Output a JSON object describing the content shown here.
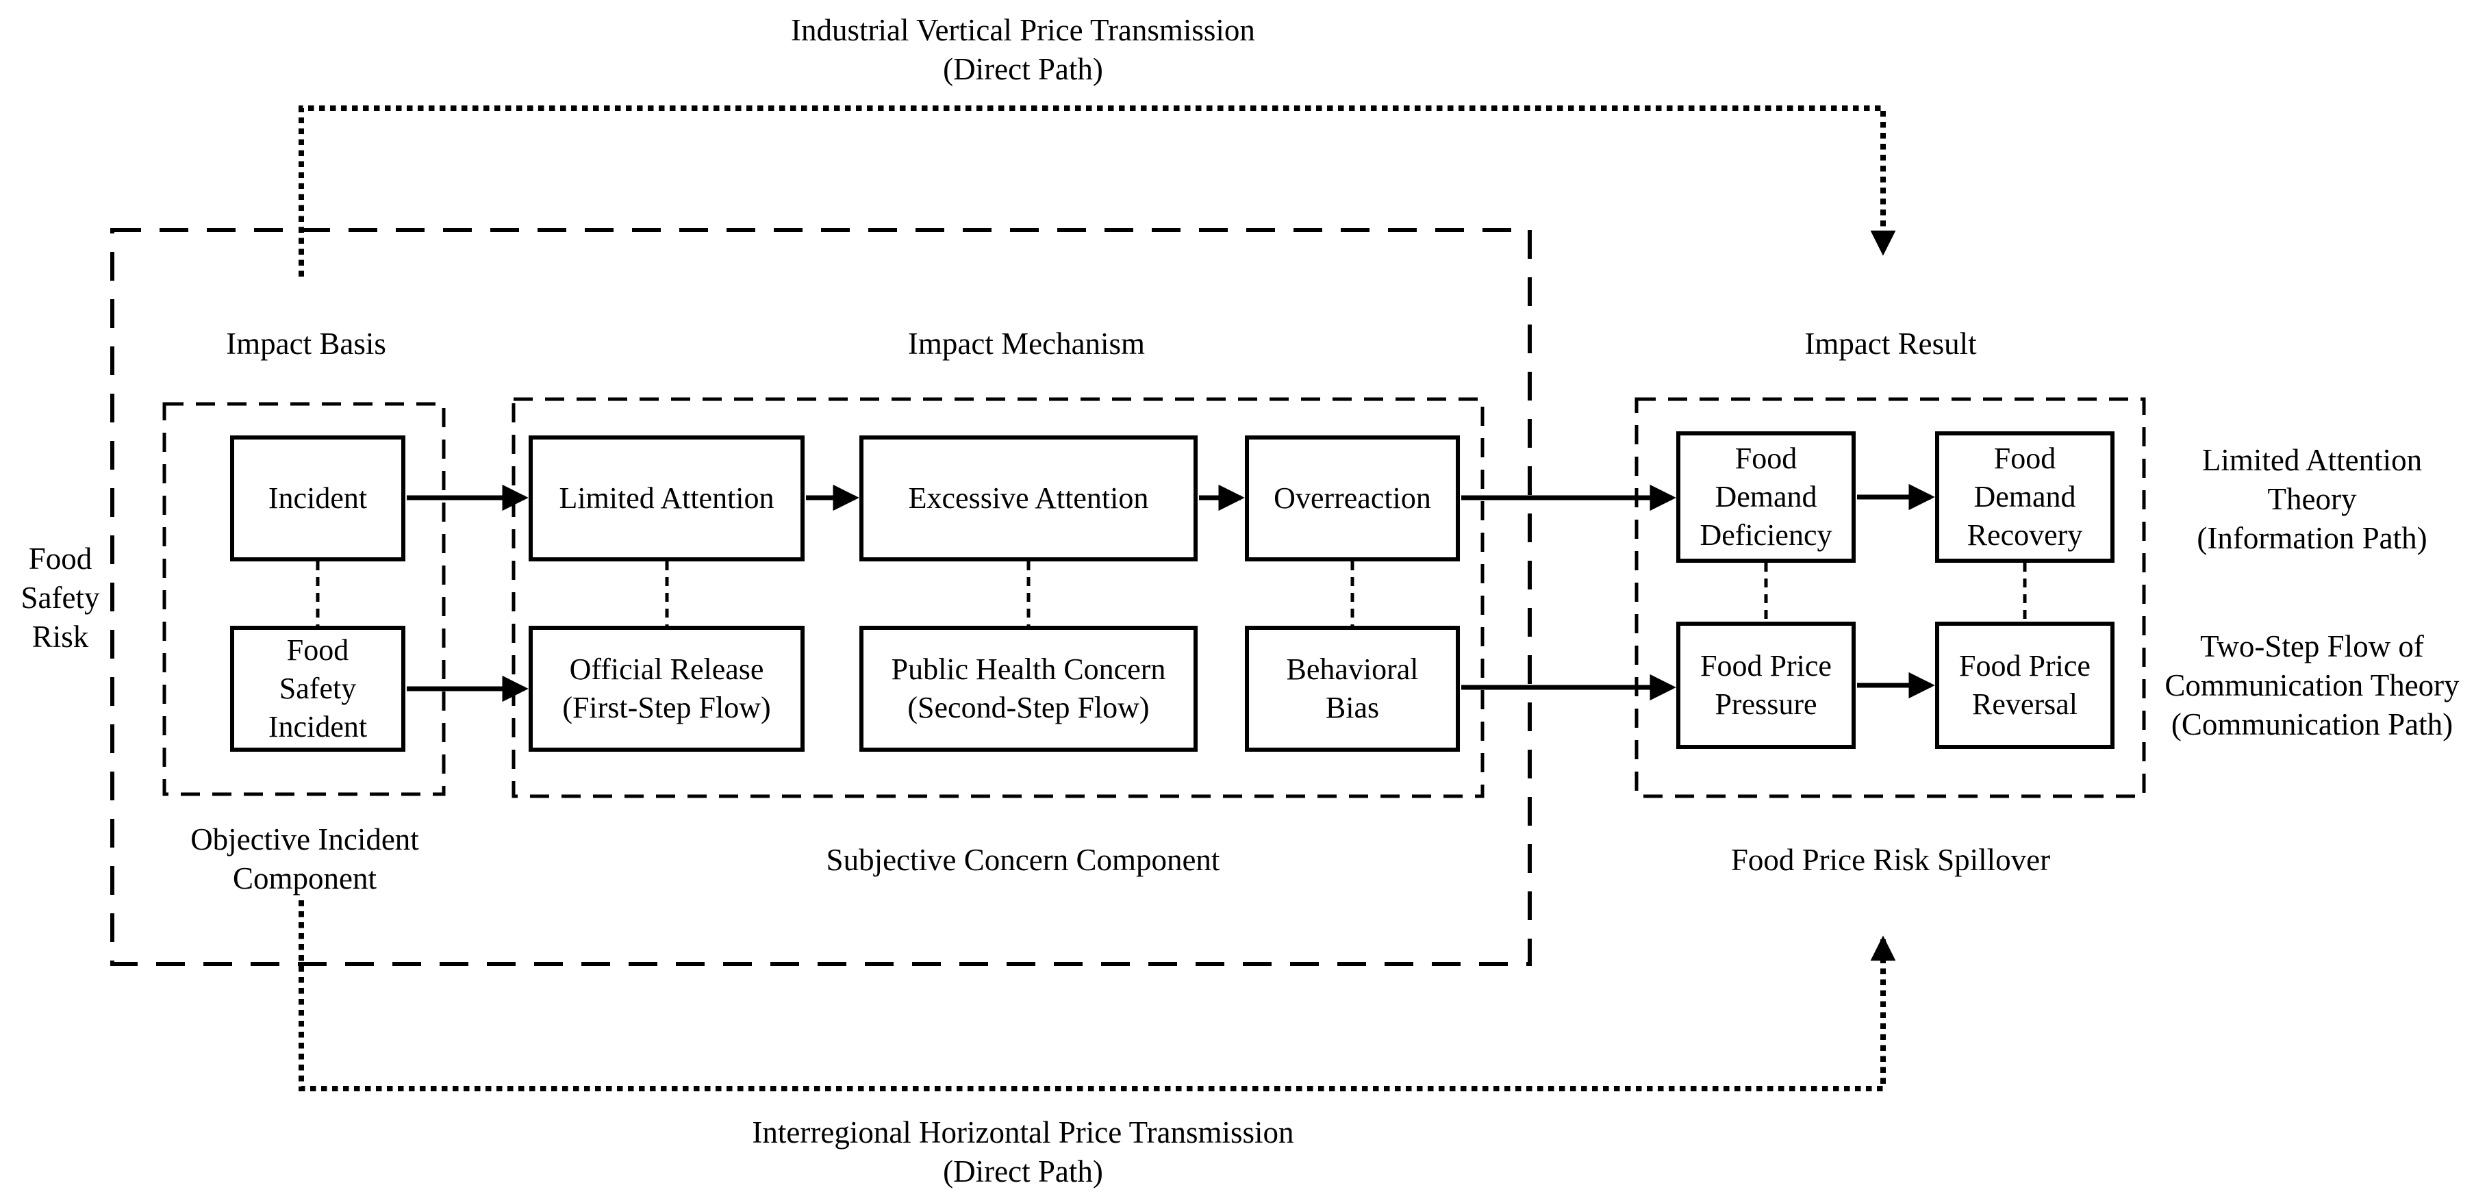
{
  "colors": {
    "ink": "#000000",
    "paper": "#ffffff"
  },
  "paths": {
    "industrial": {
      "lines": [
        "Industrial Vertical Price Transmission",
        "(Direct Path)"
      ]
    },
    "interregional": {
      "lines": [
        "Interregional Horizontal Price Transmission",
        "(Direct Path)"
      ]
    }
  },
  "left_axis": {
    "lines": [
      "Food",
      "Safety",
      "Risk"
    ]
  },
  "headings": {
    "basis": "Impact Basis",
    "mechanism": "Impact Mechanism",
    "result": "Impact Result"
  },
  "captions": {
    "objective": {
      "lines": [
        "Objective Incident",
        "Component"
      ]
    },
    "subjective": {
      "lines": [
        "Subjective Concern Component"
      ]
    },
    "spillover": {
      "lines": [
        "Food Price Risk Spillover"
      ]
    }
  },
  "theories": {
    "information": {
      "lines": [
        "Limited Attention",
        "Theory",
        "(Information Path)"
      ]
    },
    "communication": {
      "lines": [
        "Two-Step Flow of",
        "Communication Theory",
        "(Communication Path)"
      ]
    }
  },
  "boxes": {
    "incident": {
      "lines": [
        "Incident"
      ]
    },
    "food_safety_incident": {
      "lines": [
        "Food",
        "Safety",
        "Incident"
      ]
    },
    "limited_attention": {
      "lines": [
        "Limited Attention"
      ]
    },
    "excessive_attention": {
      "lines": [
        "Excessive Attention"
      ]
    },
    "overreaction": {
      "lines": [
        "Overreaction"
      ]
    },
    "official_release": {
      "lines": [
        "Official Release",
        "(First-Step Flow)"
      ]
    },
    "public_health_concern": {
      "lines": [
        "Public Health Concern",
        "(Second-Step Flow)"
      ]
    },
    "behavioral_bias": {
      "lines": [
        "Behavioral",
        "Bias"
      ]
    },
    "food_demand_deficiency": {
      "lines": [
        "Food",
        "Demand",
        "Deficiency"
      ]
    },
    "food_demand_recovery": {
      "lines": [
        "Food",
        "Demand",
        "Recovery"
      ]
    },
    "food_price_pressure": {
      "lines": [
        "Food Price",
        "Pressure"
      ]
    },
    "food_price_reversal": {
      "lines": [
        "Food Price",
        "Reversal"
      ]
    }
  }
}
